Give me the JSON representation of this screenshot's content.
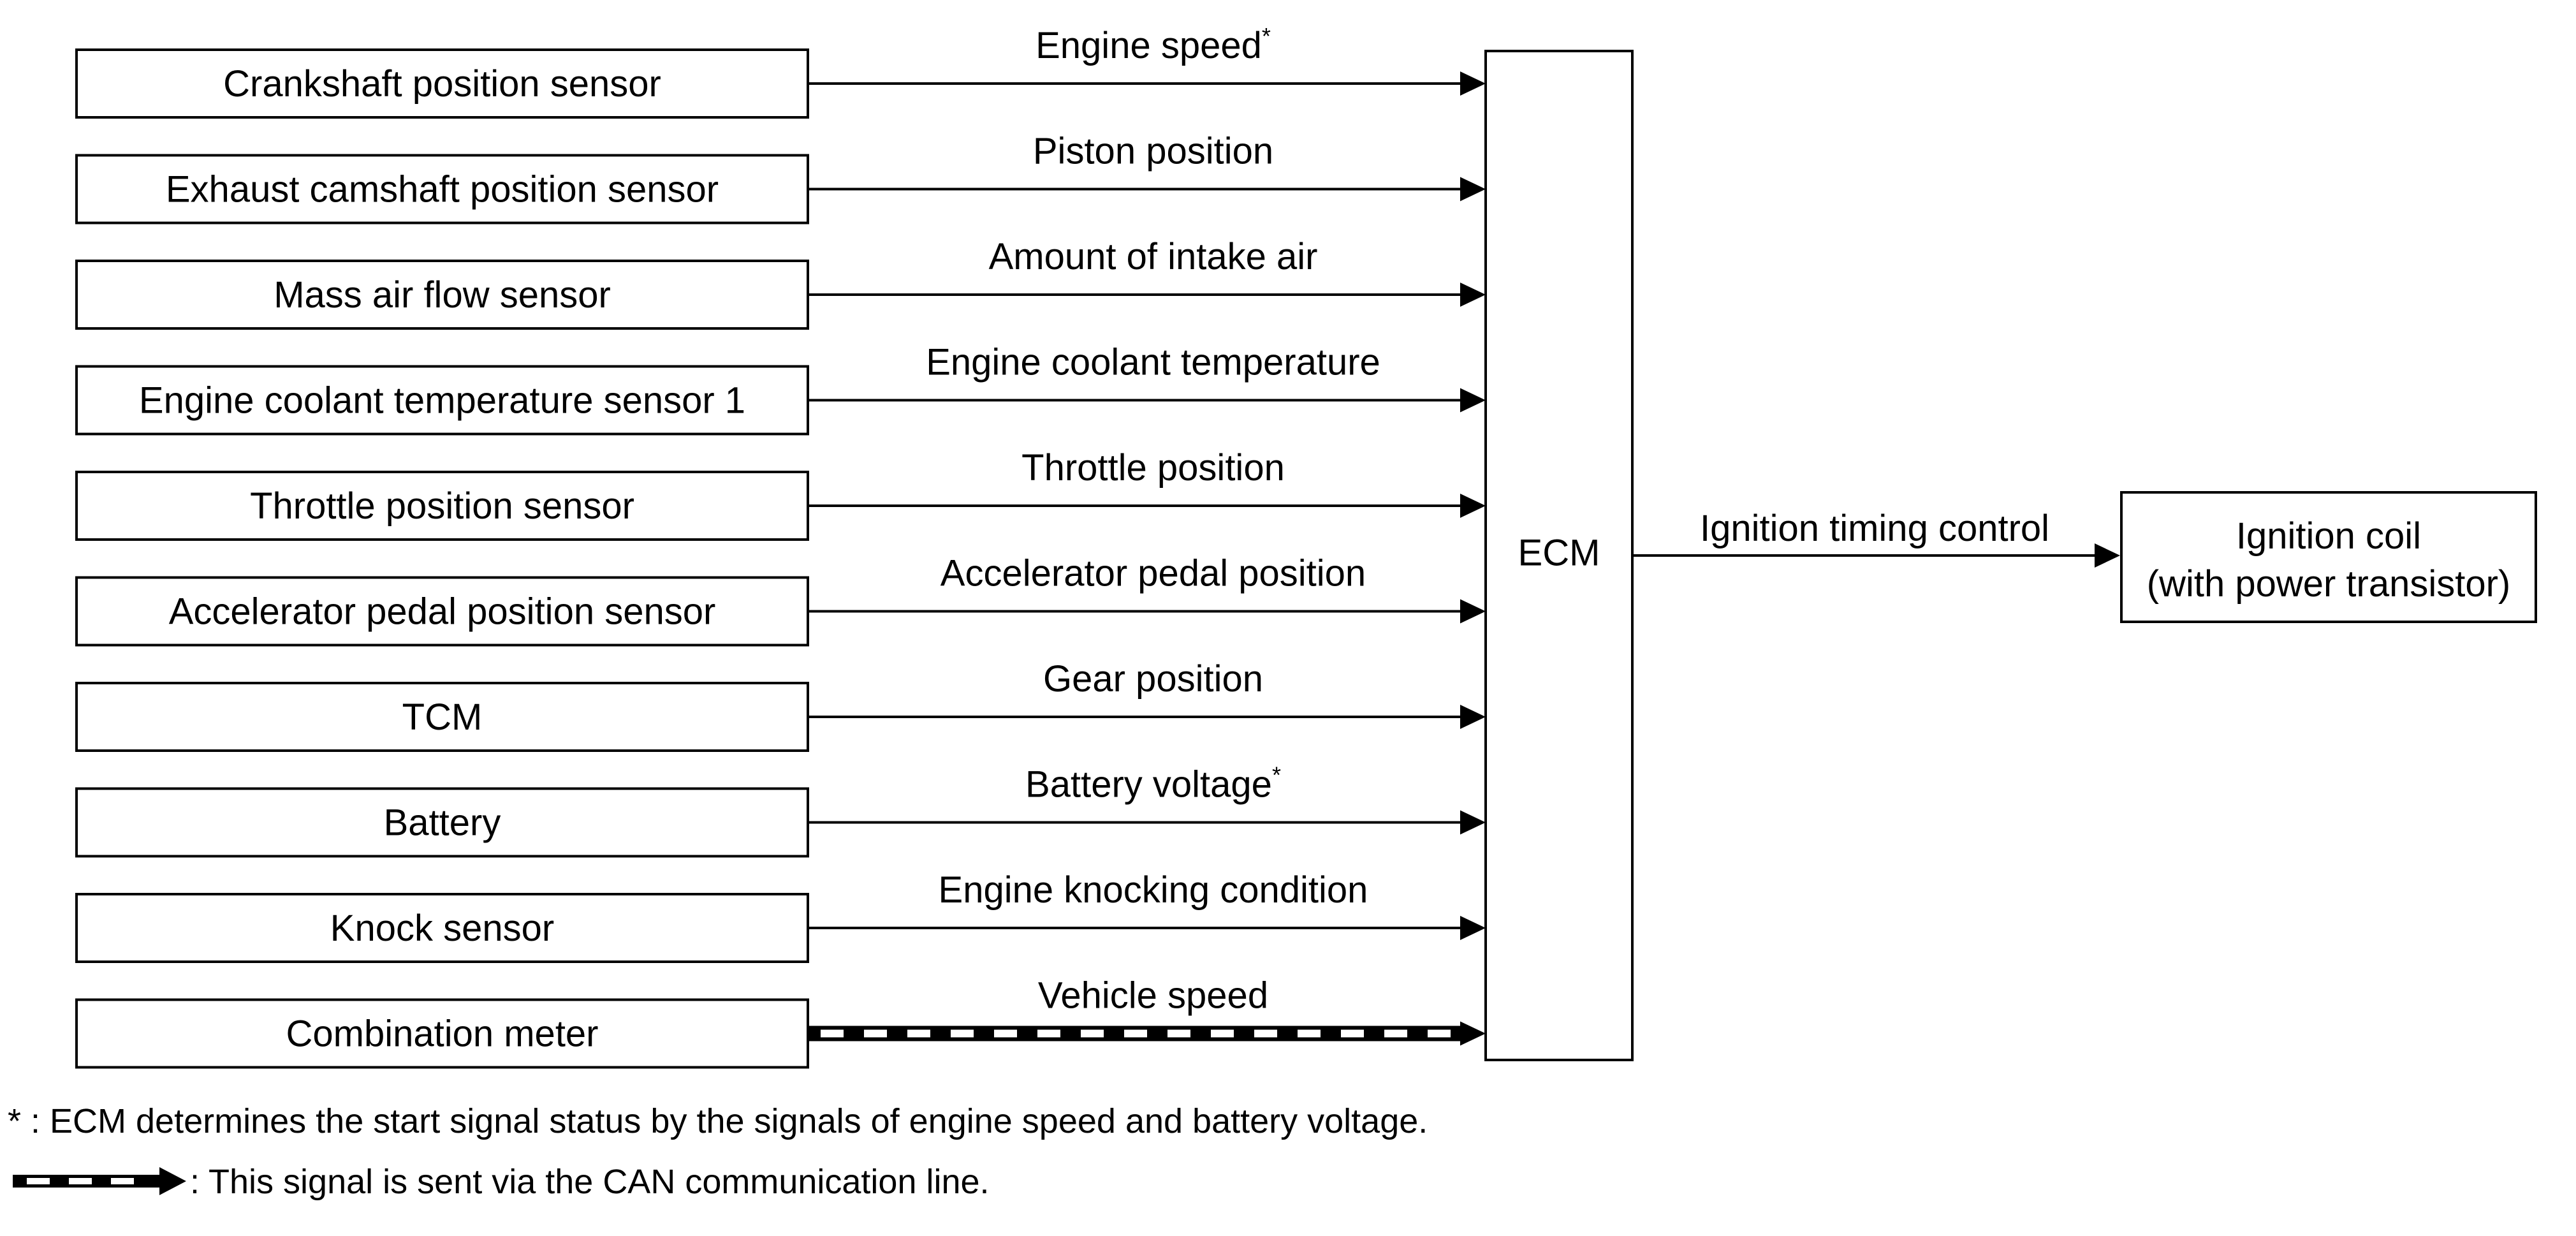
{
  "inputs": [
    {
      "source": "Crankshaft position sensor",
      "signal": "Engine speed",
      "mark": "*",
      "can": false
    },
    {
      "source": "Exhaust camshaft position sensor",
      "signal": "Piston position",
      "mark": "",
      "can": false
    },
    {
      "source": "Mass air flow sensor",
      "signal": "Amount of intake air",
      "mark": "",
      "can": false
    },
    {
      "source": "Engine coolant temperature sensor 1",
      "signal": "Engine coolant temperature",
      "mark": "",
      "can": false
    },
    {
      "source": "Throttle position sensor",
      "signal": "Throttle position",
      "mark": "",
      "can": false
    },
    {
      "source": "Accelerator pedal position sensor",
      "signal": "Accelerator pedal position",
      "mark": "",
      "can": false
    },
    {
      "source": "TCM",
      "signal": "Gear position",
      "mark": "",
      "can": false
    },
    {
      "source": "Battery",
      "signal": "Battery voltage",
      "mark": "*",
      "can": false
    },
    {
      "source": "Knock sensor",
      "signal": "Engine knocking condition",
      "mark": "",
      "can": false
    },
    {
      "source": "Combination meter",
      "signal": "Vehicle speed",
      "mark": "",
      "can": true
    }
  ],
  "ecm": {
    "label": "ECM"
  },
  "output": {
    "signal": "Ignition timing control",
    "target_line1": "Ignition coil",
    "target_line2": "(with power transistor)"
  },
  "notes": {
    "asterisk_key": "* : ECM determines the start signal status by the signals of engine speed and battery voltage.",
    "can_key": ": This signal is sent via the CAN communication line."
  }
}
